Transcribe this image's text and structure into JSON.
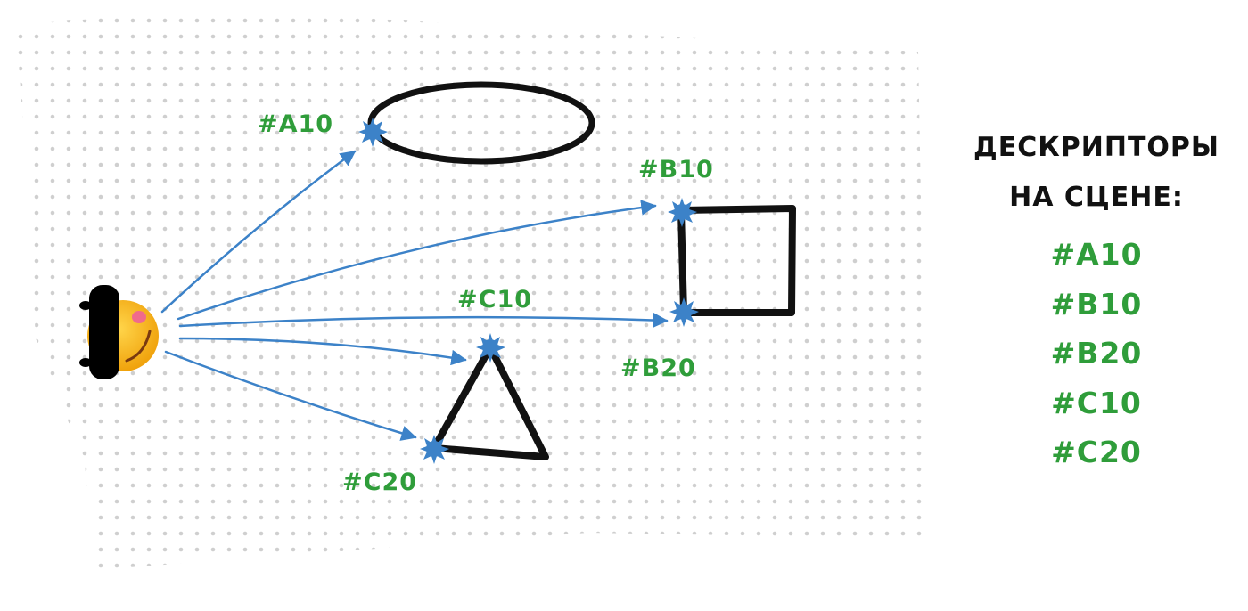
{
  "scene": {
    "labels": {
      "a10": "#A10",
      "b10": "#B10",
      "b20": "#B20",
      "c10": "#C10",
      "c20": "#C20"
    }
  },
  "legend": {
    "title_line1": "ДЕСКРИПТОРЫ",
    "title_line2": "НА СЦЕНЕ:",
    "items": [
      "#A10",
      "#B10",
      "#B20",
      "#C10",
      "#C20"
    ]
  },
  "colors": {
    "label_green": "#2f9d3a",
    "arrow_blue": "#3c82c8",
    "shape_black": "#111111",
    "grid_dot": "#d0d0d0",
    "face_yellow": "#f5b816"
  },
  "icons": {
    "viewer": "blindfolded-face-icon",
    "marker": "blue-splat-marker"
  }
}
